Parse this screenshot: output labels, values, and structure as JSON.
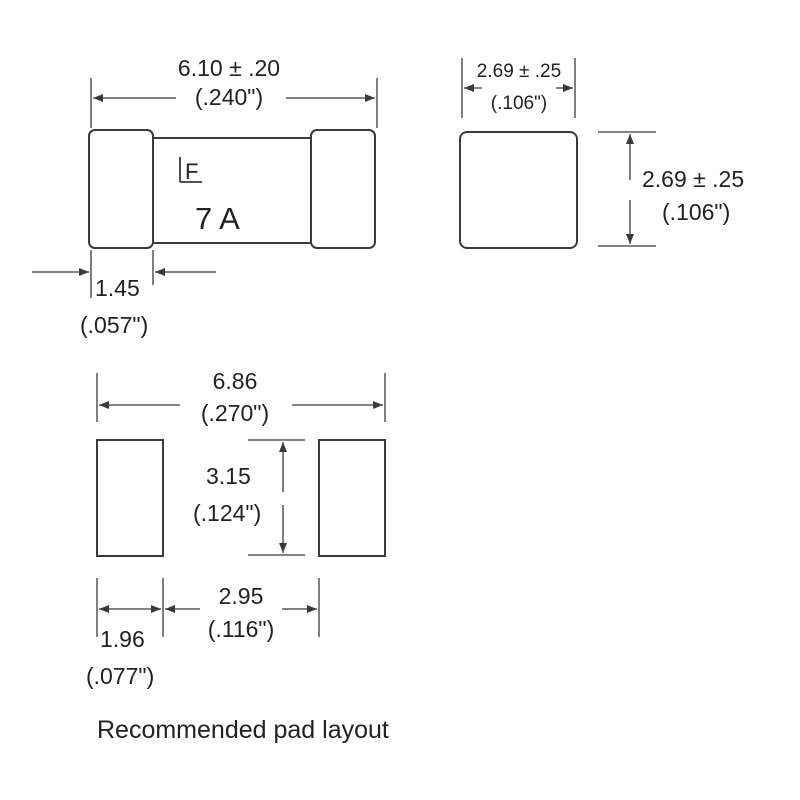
{
  "fuse_top_view": {
    "logo_text": "F",
    "rating_text": "7 A",
    "length_mm": "6.10 ± .20",
    "length_in": "(.240\")",
    "cap_width_mm": "1.45",
    "cap_width_in": "(.057\")"
  },
  "fuse_end_view": {
    "width_mm": "2.69 ± .25",
    "width_in": "(.106\")",
    "height_mm": "2.69 ± .25",
    "height_in": "(.106\")"
  },
  "pad_layout": {
    "overall_width_mm": "6.86",
    "overall_width_in": "(.270\")",
    "pad_height_mm": "3.15",
    "pad_height_in": "(.124\")",
    "pad_width_mm": "1.96",
    "pad_width_in": "(.077\")",
    "gap_mm": "2.95",
    "gap_in": "(.116\")",
    "caption": "Recommended pad layout"
  },
  "colors": {
    "line": "#3a3a3a",
    "text": "#222222",
    "background": "#ffffff"
  }
}
